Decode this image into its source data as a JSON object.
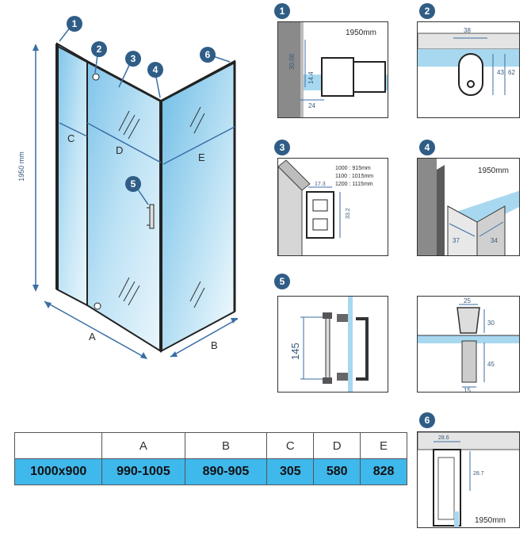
{
  "main_drawing": {
    "height_label": "1950 mm",
    "labels": {
      "A": "A",
      "B": "B",
      "C": "C",
      "D": "D",
      "E": "E"
    },
    "markers": [
      "1",
      "2",
      "3",
      "4",
      "5",
      "6"
    ]
  },
  "details": {
    "d1": {
      "marker": "1",
      "height": "1950mm",
      "dims": [
        "30.08",
        "14.4",
        "24"
      ]
    },
    "d2": {
      "marker": "2",
      "dims": [
        "38",
        "43",
        "62"
      ]
    },
    "d3": {
      "marker": "3",
      "sizes": [
        "1000 : 915mm",
        "1100 : 1015mm",
        "1200 : 1115mm"
      ],
      "dims": [
        "17.3",
        "33.2"
      ]
    },
    "d4": {
      "marker": "4",
      "height": "1950mm",
      "dims": [
        "37",
        "34"
      ]
    },
    "d5": {
      "marker": "5",
      "dims": [
        "145"
      ]
    },
    "d5b": {
      "dims": [
        "25",
        "30",
        "45",
        "15"
      ]
    },
    "d6": {
      "marker": "6",
      "height": "1950mm",
      "dims": [
        "28.6",
        "28.7"
      ]
    }
  },
  "table": {
    "header": [
      "",
      "A",
      "B",
      "C",
      "D",
      "E"
    ],
    "row": [
      "1000x900",
      "990-1005",
      "890-905",
      "305",
      "580",
      "828"
    ]
  },
  "colors": {
    "glass": "#a8d8f0",
    "accent": "#3fb8ec",
    "marker": "#2f5d86",
    "dimension": "#3a6ea5"
  }
}
